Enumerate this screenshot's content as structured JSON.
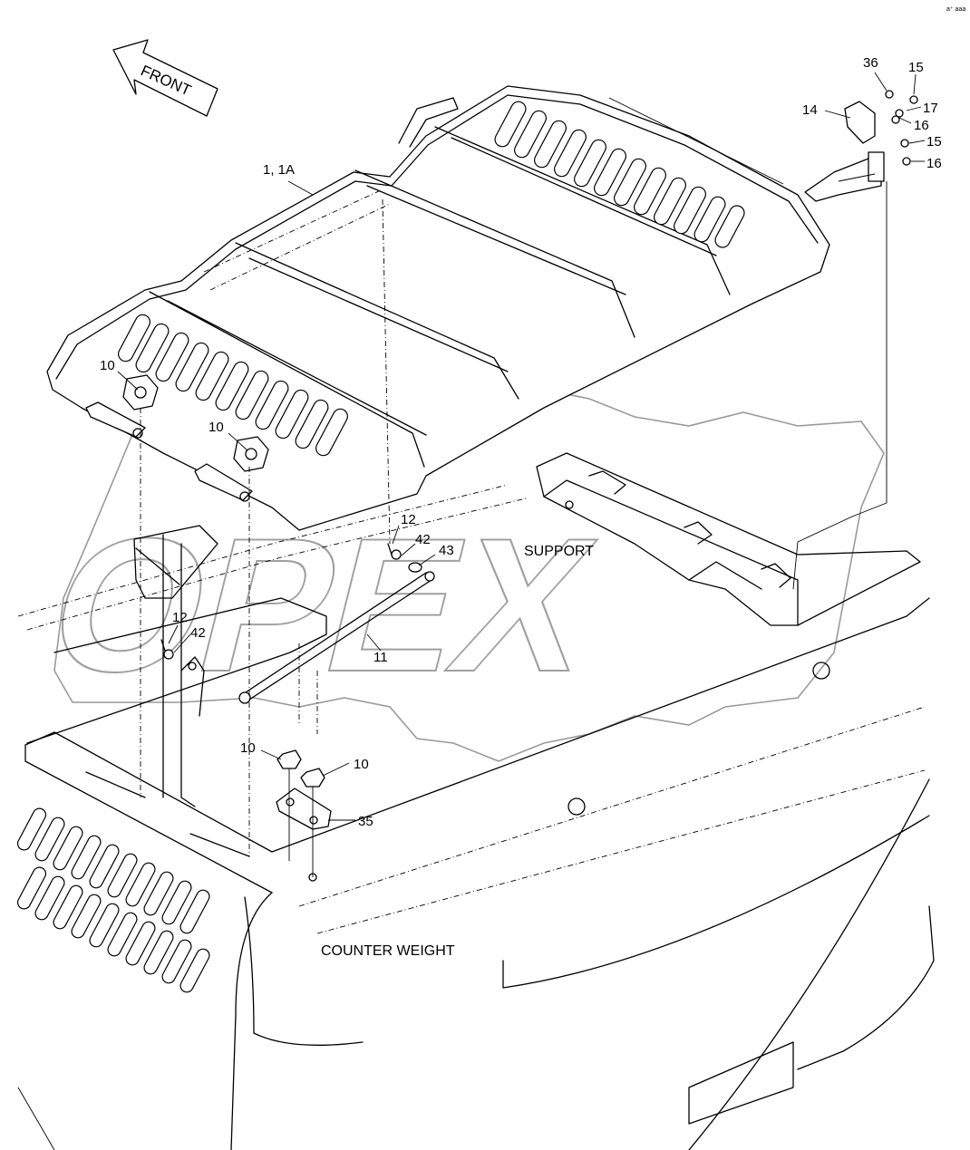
{
  "front_arrow": {
    "label": "FRONT"
  },
  "labels": {
    "support": "SUPPORT",
    "counter_weight": "COUNTER WEIGHT"
  },
  "callouts": {
    "cover": "1, 1A",
    "bolt_10_a": "10",
    "bolt_10_b": "10",
    "bolt_10_c": "10",
    "bolt_10_d": "10",
    "rod_11": "11",
    "pin_12_a": "12",
    "pin_12_b": "12",
    "washer_42_a": "42",
    "washer_42_b": "42",
    "spacer_43": "43",
    "latch_14": "14",
    "bolt_15_a": "15",
    "bolt_15_b": "15",
    "washer_16_a": "16",
    "washer_16_b": "16",
    "washer_17": "17",
    "bolt_36": "36",
    "plate_35": "35"
  },
  "watermark": "OPEX",
  "corner_code": "a⁺ aaa"
}
